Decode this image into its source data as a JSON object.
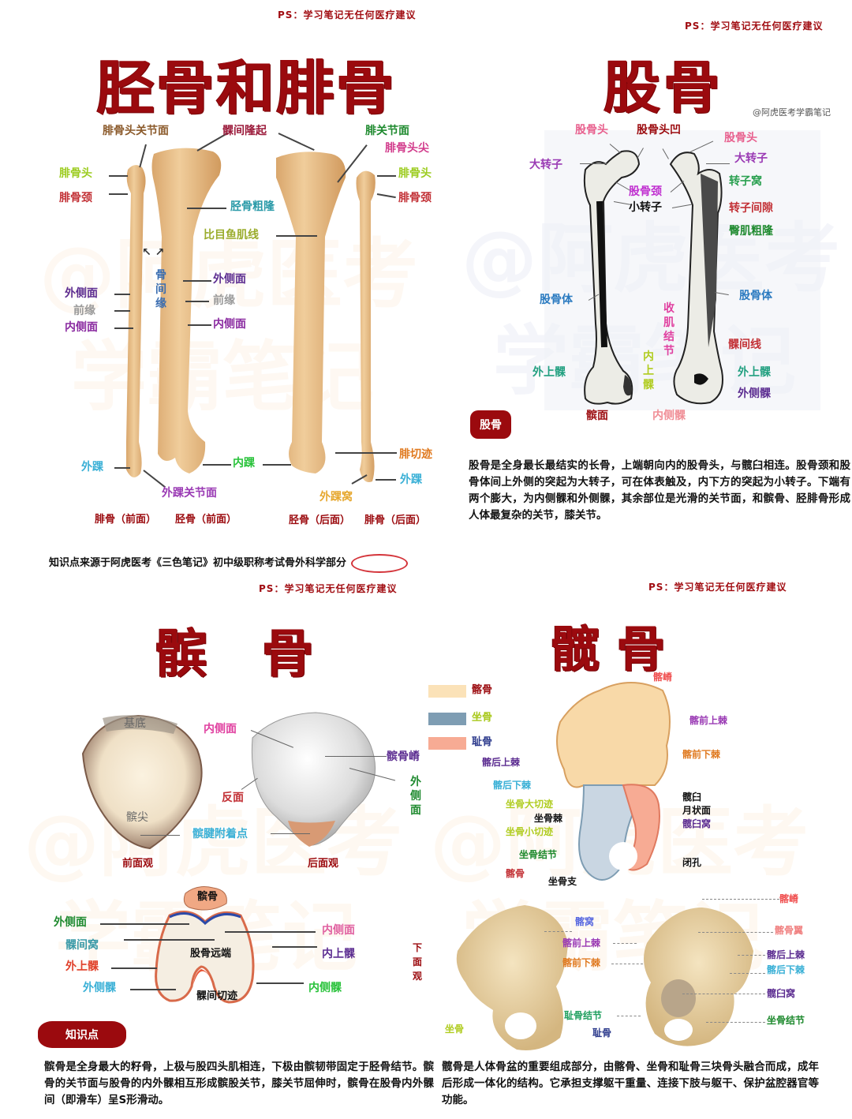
{
  "disclaimer": "PS：学习笔记无任何医疗建议",
  "watermark": {
    "line1": "@阿虎医考",
    "line2": "学霸笔记"
  },
  "tibia_fibula": {
    "title": "胫骨和腓骨",
    "labels": {
      "fibular_head_articular_surface": "腓骨头关节面",
      "intercondylar_eminence": "髁间隆起",
      "fibular_articular_surface": "腓关节面",
      "fibular_head_apex": "腓骨头尖",
      "fibular_head_left": "腓骨头",
      "fibular_neck_left": "腓骨颈",
      "fibular_head_right": "腓骨头",
      "fibular_neck_right": "腓骨颈",
      "tibial_tuberosity": "胫骨粗隆",
      "soleal_line": "比目鱼肌线",
      "interosseous_border": "骨间缘",
      "lateral_surface_left": "外侧面",
      "anterior_border_left": "前缘",
      "medial_surface_left": "内侧面",
      "lateral_surface_mid": "外侧面",
      "anterior_border_mid": "前缘",
      "medial_surface_mid": "内侧面",
      "lateral_malleolus_left": "外踝",
      "lateral_malleolus_articular": "外踝关节面",
      "medial_malleolus": "内踝",
      "fibular_notch": "腓切迹",
      "lateral_malleolus_right": "外踝",
      "lateral_malleolar_fossa": "外踝窝"
    },
    "captions": [
      "腓骨（前面）",
      "胫骨（前面）",
      "胫骨（后面）",
      "腓骨（后面）"
    ],
    "source_note": "知识点来源于阿虎医考《三色笔记》初中级职称考试骨外科学部分",
    "source_note_highlight": "骨外科学"
  },
  "femur": {
    "title": "股骨",
    "credit": "@阿虎医考学霸笔记",
    "labels": {
      "head_left": "股骨头",
      "fovea": "股骨头凹",
      "head_right": "股骨头",
      "greater_trochanter_left": "大转子",
      "greater_trochanter_right": "大转子",
      "neck": "股骨颈",
      "lesser_trochanter": "小转子",
      "trochanteric_fossa": "转子窝",
      "intertrochanteric_crest": "转子间隙",
      "gluteal_tuberosity": "臀肌粗隆",
      "shaft_left": "股骨体",
      "shaft_right": "股骨体",
      "adductor_tubercle": "收肌结节",
      "medial_epicondyle": "内上髁",
      "intercondylar_line": "髁间线",
      "lateral_epicondyle_left": "外上髁",
      "lateral_epicondyle_right": "外上髁",
      "lateral_condyle": "外侧髁",
      "patellar_surface": "髌面",
      "medial_condyle": "内侧髁"
    },
    "badge": "股骨",
    "description": "股骨是全身最长最结实的长骨，上端朝向内的股骨头，与髋臼相连。股骨颈和股骨体间上外侧的突起为大转子，可在体表触及，内下方的突起为小转子。下端有两个膨大，为内侧髁和外侧髁，其余部位是光滑的关节面，和髌骨、胫腓骨形成人体最复杂的关节，膝关节。"
  },
  "patella": {
    "title": "髌   骨",
    "labels": {
      "base": "基底",
      "apex": "髌尖",
      "medial_surface": "内侧面",
      "patellar_ridge": "髌骨嵴",
      "lateral_surface": "外侧面",
      "reverse_surface": "反面",
      "tendon_attachment": "髌腱附着点"
    },
    "captions": [
      "前面观",
      "后面观"
    ],
    "knee_labels": {
      "patella": "髌骨",
      "lateral_surface": "外侧面",
      "intercondylar_fossa": "髁间窝",
      "lateral_epicondyle": "外上髁",
      "lateral_condyle": "外侧髁",
      "distal_femur": "股骨远端",
      "intercondylar_notch": "髁间切迹",
      "medial_surface": "内侧面",
      "medial_epicondyle": "内上髁",
      "medial_condyle": "内侧髁",
      "inferior_view": "下面观"
    },
    "badge": "知识点",
    "description": "髌骨是全身最大的籽骨，上极与股四头肌相连，下极由髌韧带固定于胫骨结节。髌骨的关节面与股骨的内外髁相互形成髌股关节，膝关节屈伸时，髌骨在股骨内外髁间（即滑车）呈S形滑动。"
  },
  "hip": {
    "title": "髋 骨",
    "legend": [
      {
        "label": "髂骨",
        "color": "#fbe2b8",
        "text_color": "#9b0a0e"
      },
      {
        "label": "坐骨",
        "color": "#7e9db3",
        "text_color": "#a8c81a"
      },
      {
        "label": "耻骨",
        "color": "#f7ab94",
        "text_color": "#2c3a8c"
      }
    ],
    "labels": {
      "iliac_crest": "髂嵴",
      "asis": "髂前上棘",
      "aiis": "髂前下棘",
      "psis": "髂后上棘",
      "piis": "髂后下棘",
      "greater_sciatic_notch": "坐骨大切迹",
      "ischial_spine": "坐骨棘",
      "lesser_sciatic_notch": "坐骨小切迹",
      "ischial_tuberosity": "坐骨结节",
      "ilium": "髂骨",
      "ischial_ramus": "坐骨支",
      "acetabulum": "髋臼",
      "lunate_surface": "月状面",
      "acetabular_fossa": "髋臼窝",
      "obturator_foramen": "闭孔"
    },
    "photo_labels_left": {
      "iliac_fossa": "髂窝",
      "asis": "髂前上棘",
      "aiis": "髂前下棘",
      "pubic_tubercle": "耻骨结节",
      "pubis": "耻骨",
      "ischium": "坐骨"
    },
    "photo_labels_right": {
      "iliac_crest": "髂嵴",
      "iliac_wing": "髂骨翼",
      "psis": "髂后上棘",
      "piis": "髂后下棘",
      "acetabular_fossa": "髋臼窝",
      "ischial_tuberosity": "坐骨结节"
    },
    "description": "髋骨是人体骨盆的重要组成部分，由髂骨、坐骨和耻骨三块骨头融合而成，成年后形成一体化的结构。它承担支撑躯干重量、连接下肢与躯干、保护盆腔器官等功能。"
  },
  "colors": {
    "title_red": "#9b0a0e",
    "bone_tan": "#e8c08e",
    "femur_white": "#ecece6"
  }
}
